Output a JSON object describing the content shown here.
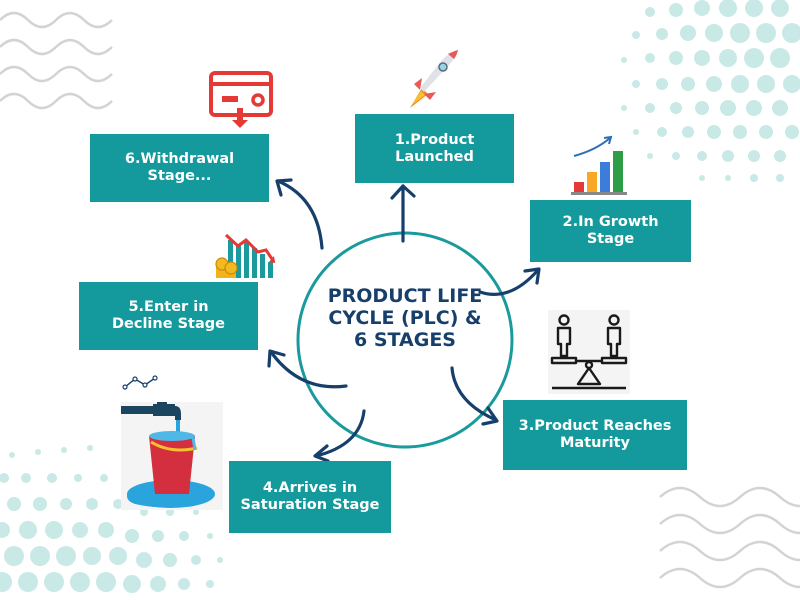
{
  "title": {
    "line1": "PRODUCT LIFE",
    "line2": "CYCLE (PLC) &",
    "line3": "6 STAGES"
  },
  "stages": [
    {
      "number": 1,
      "line1": "1.Product",
      "line2": "Launched",
      "icon": "rocket-icon"
    },
    {
      "number": 2,
      "line1": "2.In Growth",
      "line2": "Stage",
      "icon": "growth-bar-chart-icon"
    },
    {
      "number": 3,
      "line1": "3.Product Reaches",
      "line2": "Maturity",
      "icon": "balance-seesaw-icon"
    },
    {
      "number": 4,
      "line1": "4.Arrives in",
      "line2": "Saturation Stage",
      "icon": "overflowing-bucket-icon"
    },
    {
      "number": 5,
      "line1": "5.Enter in",
      "line2": "Decline Stage",
      "icon": "declining-chart-coins-icon"
    },
    {
      "number": 6,
      "line1": "6.Withdrawal",
      "line2": "Stage...",
      "icon": "card-withdrawal-icon"
    }
  ],
  "colors": {
    "box": "#149a9d",
    "box_text": "#ffffff",
    "title_text": "#173f6b",
    "circle": "#1a9a9c",
    "arrow": "#173f6b",
    "dots": "#c9e9e6",
    "waves": "#d3d3d3"
  }
}
